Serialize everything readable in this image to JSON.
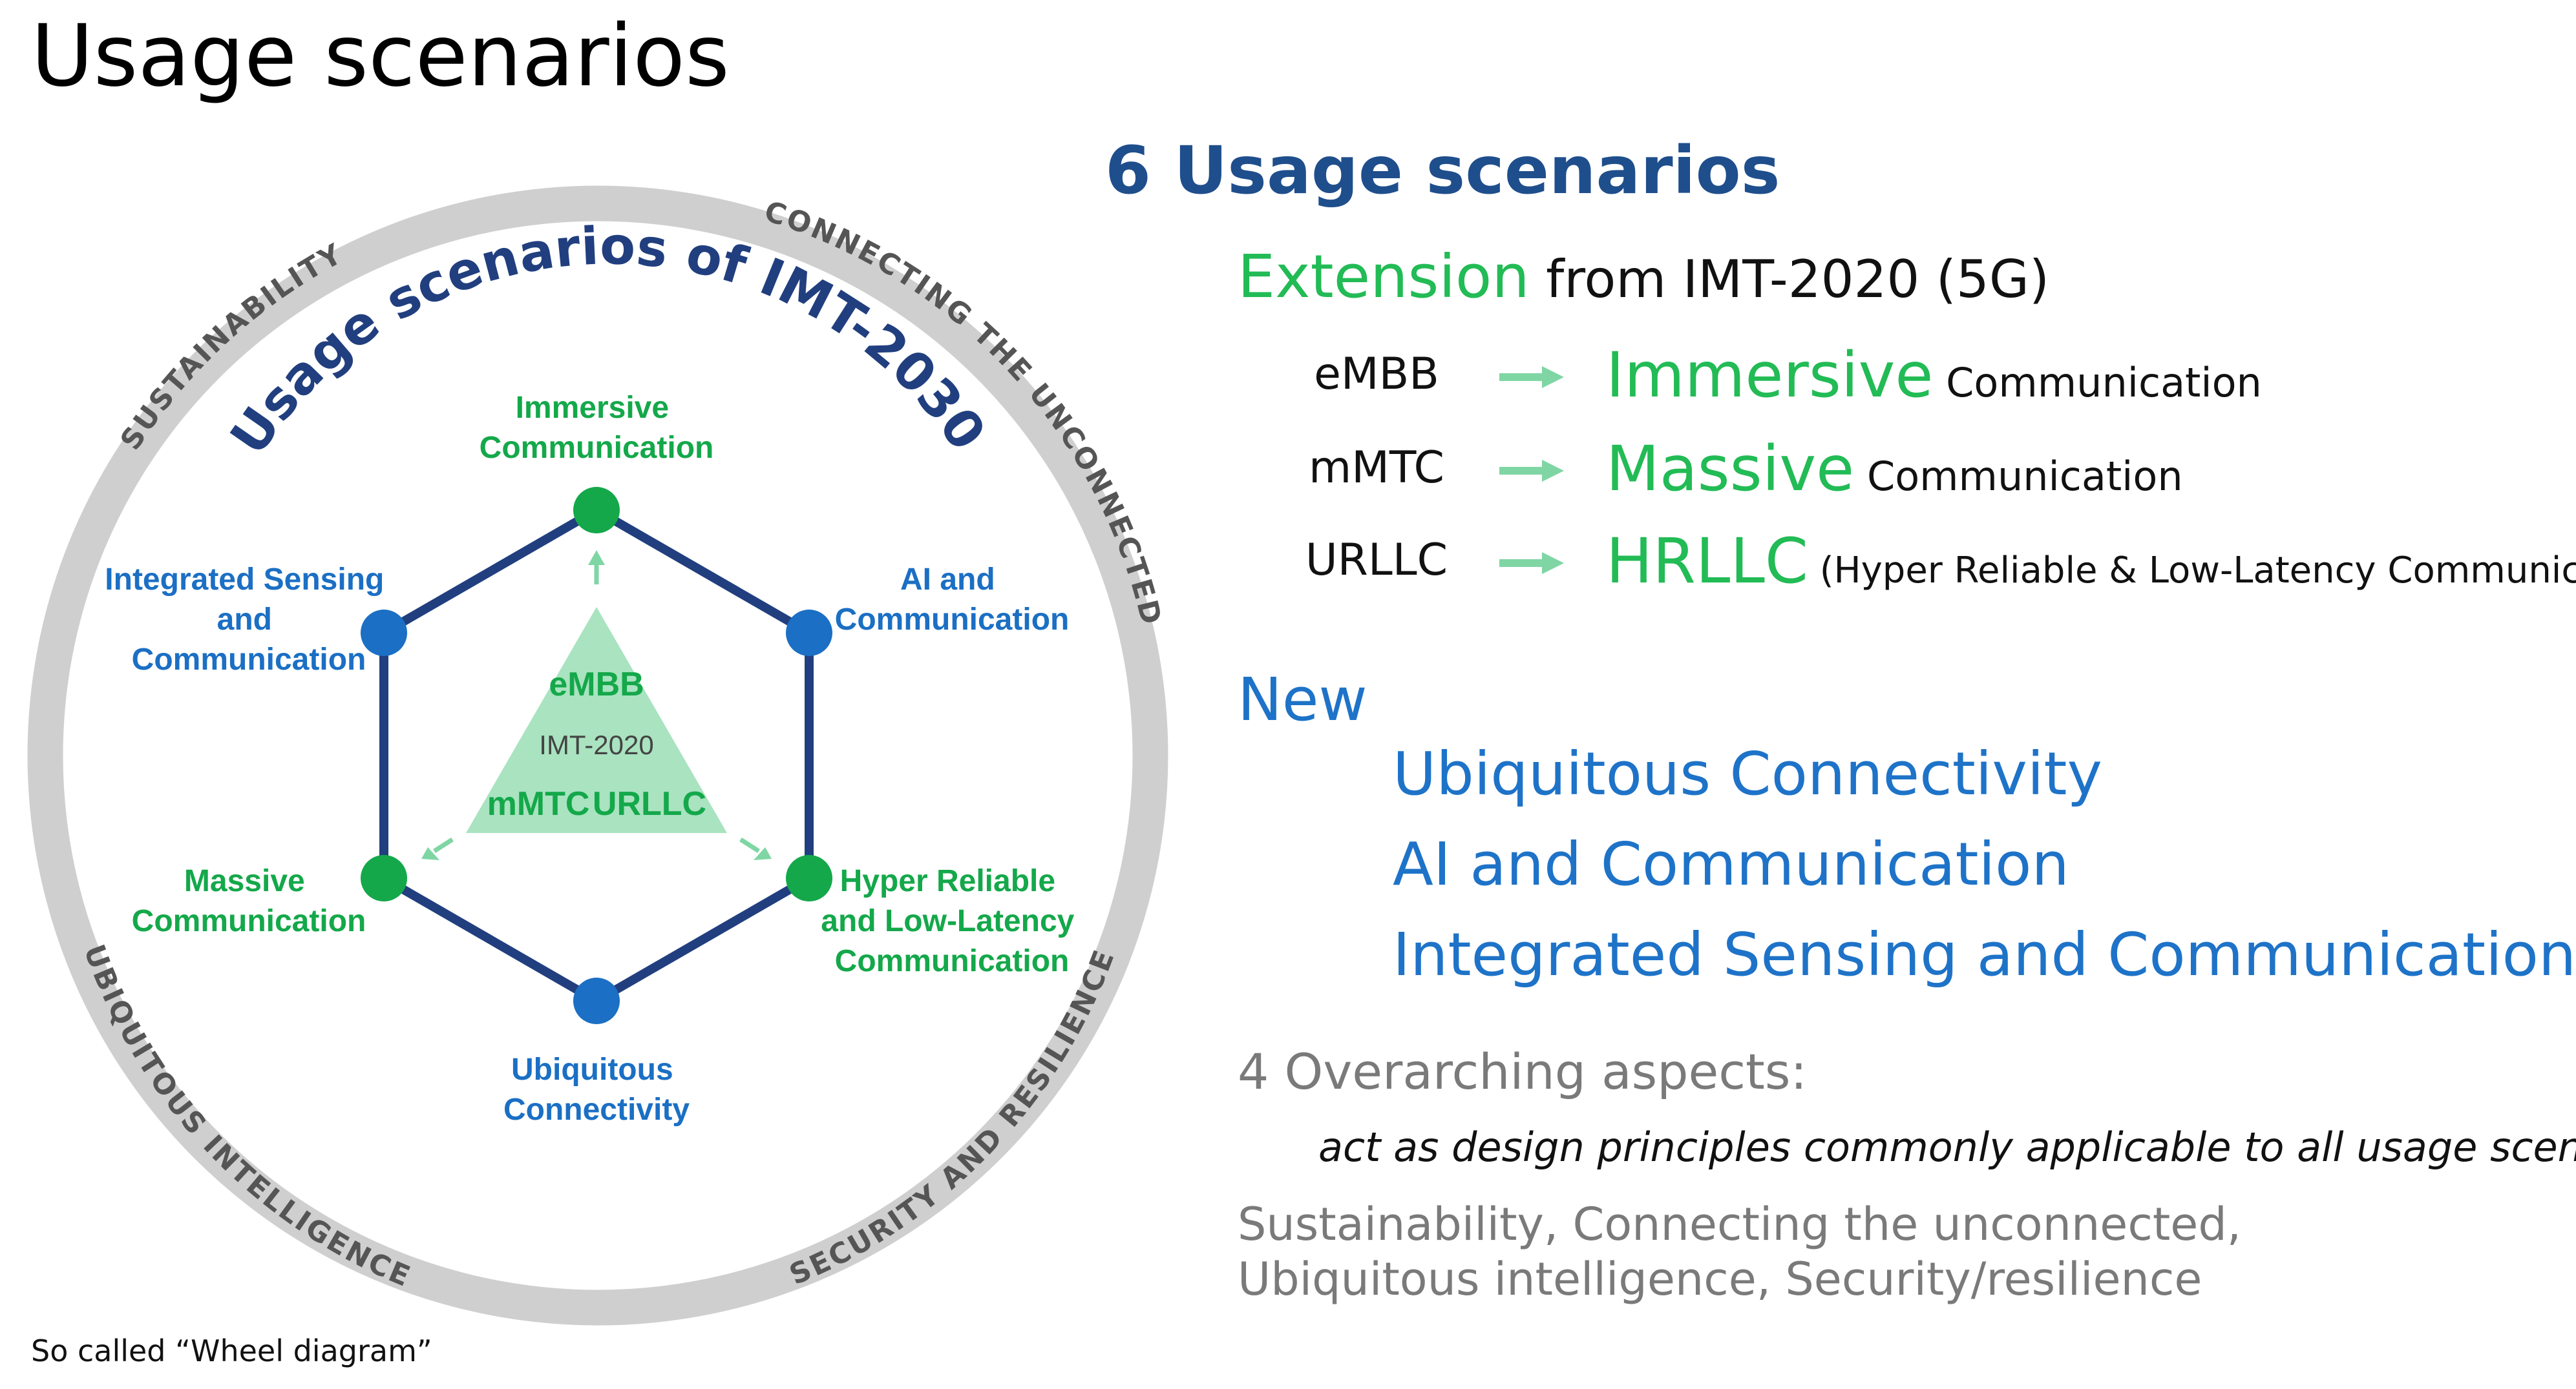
{
  "title": "Usage scenarios",
  "wheel": {
    "ring_labels": {
      "sustainability": "SUSTAINABILITY",
      "connecting": "CONNECTING THE UNCONNECTED",
      "ubiquitous_intelligence": "UBIQUITOUS INTELLIGENCE",
      "security": "SECURITY AND RESILIENCE"
    },
    "arc_title": "Usage scenarios of IMT-2030",
    "nodes": {
      "immersive": [
        "Immersive",
        "Communication"
      ],
      "ai": [
        "AI and",
        "Communication"
      ],
      "hrllc": [
        "Hyper Reliable",
        "and Low-Latency",
        "Communication"
      ],
      "ubiquitous": [
        "Ubiquitous",
        "Connectivity"
      ],
      "massive": [
        "Massive",
        "Communication"
      ],
      "sensing": [
        "Integrated Sensing",
        "and",
        "Communication"
      ]
    },
    "triangle": {
      "embb": "eMBB",
      "imt": "IMT-2020",
      "mmtc": "mMTC",
      "urllc": "URLLC"
    },
    "colors": {
      "ring": "#cfcfcf",
      "hexagon": "#213f7f",
      "green_node": "#14a84a",
      "blue_node": "#1b6fc4",
      "triangle": "#a9e3c0",
      "arrow": "#7fd6a4",
      "arc_title": "#213f7f"
    }
  },
  "right": {
    "heading": "6 Usage scenarios",
    "extension_word": "Extension",
    "extension_rest": " from IMT-2020 (5G)",
    "mappings": [
      {
        "from": "eMBB",
        "to_big": "Immersive",
        "to_small": " Communication",
        "note": ""
      },
      {
        "from": "mMTC",
        "to_big": "Massive",
        "to_small": " Communication",
        "note": ""
      },
      {
        "from": "URLLC",
        "to_big": "HRLLC",
        "to_small": "",
        "note": " (Hyper Reliable & Low-Latency Communication)"
      }
    ],
    "new_label": "New",
    "new_items": [
      "Ubiquitous Connectivity",
      "AI and Communication",
      "Integrated Sensing and Communication"
    ],
    "aspects_heading": "4 Overarching aspects:",
    "aspects_note": "act as design principles commonly applicable to all usage scenarios",
    "aspects_list": [
      "Sustainability, Connecting the unconnected,",
      "Ubiquitous intelligence, Security/resilience"
    ]
  },
  "footnote": "So called “Wheel diagram”"
}
